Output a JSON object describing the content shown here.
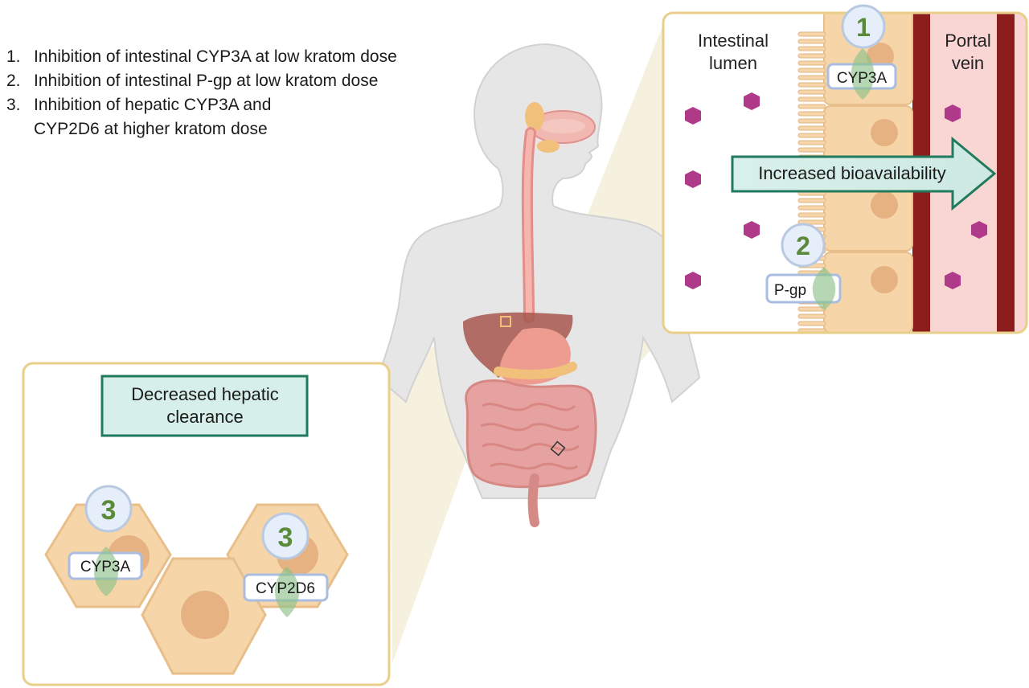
{
  "legend": {
    "items": [
      {
        "num": "1.",
        "text": "Inhibition of intestinal CYP3A at low kratom dose"
      },
      {
        "num": "2.",
        "text": "Inhibition of intestinal P-gp at low kratom dose"
      },
      {
        "num": "3.",
        "text": "Inhibition of hepatic CYP3A and CYP2D6 at higher kratom dose"
      }
    ]
  },
  "intestine_panel": {
    "lumen_label_line1": "Intestinal",
    "lumen_label_line2": "lumen",
    "portal_label_line1": "Portal",
    "portal_label_line2": "vein",
    "marker1": "1",
    "marker2": "2",
    "enzyme_cyp3a": "CYP3A",
    "transporter_pgp": "P-gp",
    "arrow_label": "Increased bioavailability"
  },
  "liver_panel": {
    "title_line1": "Decreased hepatic",
    "title_line2": "clearance",
    "marker_left": "3",
    "marker_right": "3",
    "enzyme_cyp3a": "CYP3A",
    "enzyme_cyp2d6": "CYP2D6"
  },
  "colors": {
    "panel_border": "#e8cf8a",
    "cell_fill": "#f6d5a8",
    "nucleus": "#e2a978",
    "portal_vein": "#8b1d1d",
    "portal_fill": "#f9d6d4",
    "drug_molecule": "#b03a8a",
    "callout_fill": "#d6efe9",
    "callout_border": "#217a5e",
    "marker_text": "#5a8a3a",
    "leaf": "#8dc28a"
  }
}
